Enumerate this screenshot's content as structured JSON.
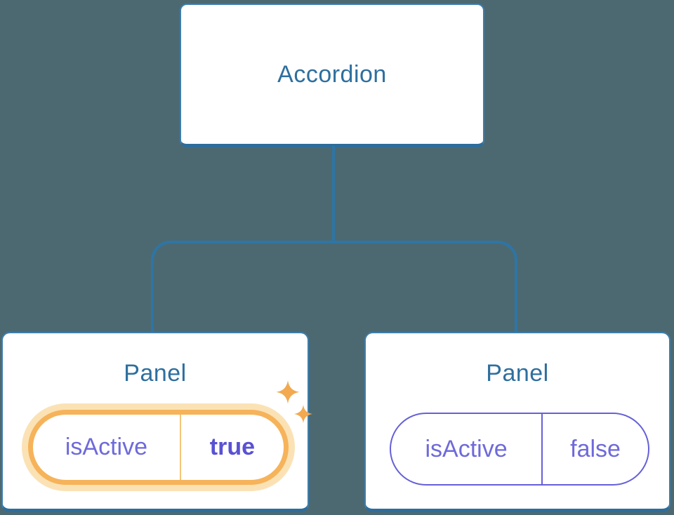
{
  "diagram": {
    "title_hint": "component tree with state",
    "root": {
      "label": "Accordion"
    },
    "panels": [
      {
        "label": "Panel",
        "prop": "isActive",
        "value": "true",
        "active": true
      },
      {
        "label": "Panel",
        "prop": "isActive",
        "value": "false",
        "active": false
      }
    ]
  },
  "colors": {
    "background": "#4C6972",
    "node_fill": "#FFFFFF",
    "node_border": "#3D7EAC",
    "node_border_bottom": "#2E6D9B",
    "node_text": "#2E6F9F",
    "connector": "#2E75A5",
    "state_text": "#6E6ADA",
    "state_value_active": "#5952D4",
    "active_ring": "#F6B35A",
    "active_ring_outer": "#FBE2B5",
    "active_divider": "#F6C478",
    "inactive_ring": "#6560D8",
    "sparkle": "#F2A94F"
  }
}
